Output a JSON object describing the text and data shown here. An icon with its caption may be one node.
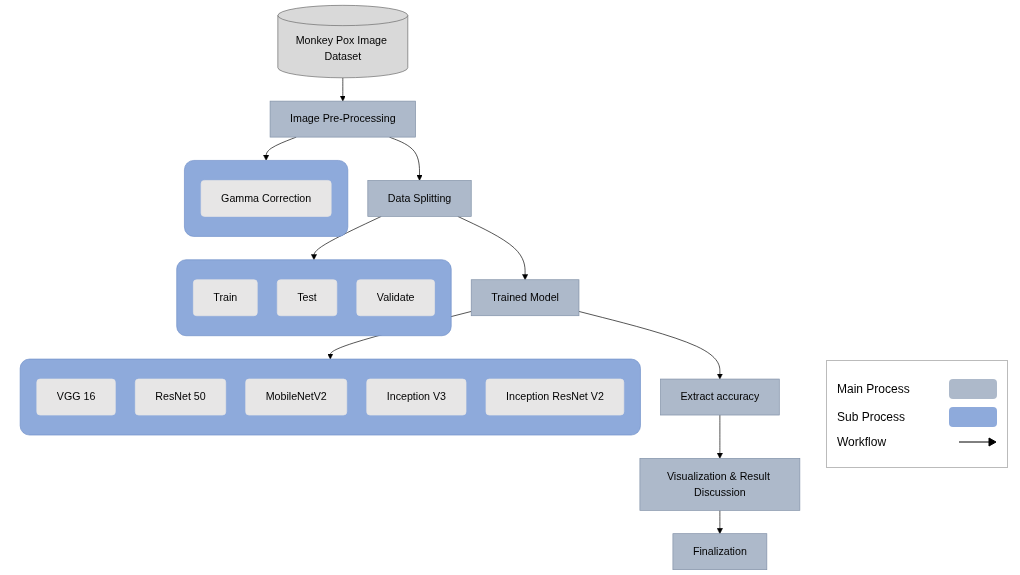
{
  "diagram": {
    "nodes": [
      {
        "text": [],
        "shape": "box"
      },
      {
        "text": [
          "Gamma Correction"
        ],
        "in": 0
      },
      {
        "text": [
          "Image Pre-Processing"
        ]
      },
      {
        "text": [
          "Monkey Pox Image Dataset"
        ]
      },
      {
        "text": [],
        "shape": "box"
      },
      {
        "text": [
          "Train"
        ],
        "in": 4
      },
      {
        "text": [
          "Test"
        ],
        "in": 4
      },
      {
        "text": [
          "Validate"
        ],
        "in": 4
      },
      {
        "text": [
          "Data Splitting"
        ]
      },
      {
        "text": [],
        "shape": "box"
      },
      {
        "text": [
          "VGG 16"
        ],
        "in": 9
      },
      {
        "text": [
          "ResNet 50"
        ],
        "in": 9
      },
      {
        "text": [
          "MobileNetV2"
        ],
        "in": 9
      },
      {
        "text": [
          "Inception V3"
        ],
        "in": 9
      },
      {
        "text": [
          "Inception ResNet V2"
        ],
        "in": 9
      },
      {
        "text": [
          "Trained Model"
        ]
      },
      {
        "text": [
          "Extract accuracy"
        ]
      },
      {
        "text": [
          "Visualization & Result Discussion"
        ]
      },
      {
        "text": [
          "Finalization"
        ]
      }
    ],
    "edges": [
      {
        "from": 3,
        "to": 2,
        "arrow": "to"
      },
      {
        "from": 2,
        "to": 0,
        "arrow": "to"
      },
      {
        "from": 2,
        "to": 8,
        "arrow": "to"
      },
      {
        "from": 8,
        "to": 4,
        "arrow": "to"
      },
      {
        "from": 8,
        "to": 15,
        "arrow": "to"
      },
      {
        "from": 15,
        "to": 9,
        "arrow": "to"
      },
      {
        "from": 15,
        "to": 16,
        "arrow": "to"
      },
      {
        "from": 16,
        "to": 17,
        "arrow": "to"
      },
      {
        "from": 17,
        "to": 18,
        "arrow": "to"
      }
    ],
    "legend": [
      {
        "text": "Main Process",
        "color": "#adb9ca"
      },
      {
        "text": "Sub Process",
        "color": "#8eaadb"
      },
      {
        "text": "Workflow"
      }
    ]
  }
}
